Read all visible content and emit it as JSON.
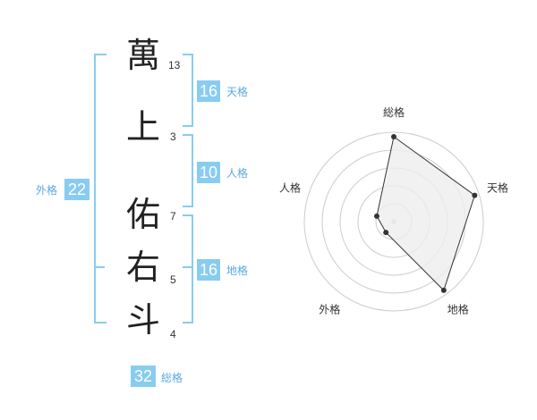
{
  "characters": [
    {
      "char": "萬",
      "strokes": "13"
    },
    {
      "char": "上",
      "strokes": "3"
    },
    {
      "char": "佑",
      "strokes": "7"
    },
    {
      "char": "右",
      "strokes": "5"
    },
    {
      "char": "斗",
      "strokes": "4"
    }
  ],
  "kaku": {
    "tenkaku": {
      "value": "16",
      "label": "天格"
    },
    "jinkaku": {
      "value": "10",
      "label": "人格"
    },
    "chikaku": {
      "value": "16",
      "label": "地格"
    },
    "gaikaku": {
      "value": "22",
      "label": "外格"
    },
    "soukaku": {
      "value": "32",
      "label": "総格"
    }
  },
  "colors": {
    "accent": "#88ccf1",
    "accent_text": "#5aa9dd",
    "polygon_fill": "#eeeeee",
    "ring": "#cccccc"
  },
  "chart_data": {
    "type": "radar",
    "axes": [
      "総格",
      "天格",
      "地格",
      "外格",
      "人格"
    ],
    "values": [
      0.95,
      0.95,
      0.95,
      0.15,
      0.2
    ],
    "range": [
      0,
      1
    ],
    "rings": 5,
    "grid": true
  }
}
